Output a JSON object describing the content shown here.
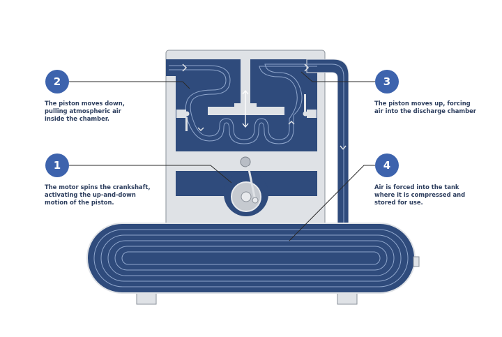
{
  "colors": {
    "dark_blue": "#2f4b7c",
    "accent_blue": "#3d63ad",
    "light_gray": "#dfe2e6",
    "line": "#2a2a2a"
  },
  "steps": [
    {
      "number": "1",
      "text": "The motor spins the crankshaft, activating the up-and-down motion of the piston."
    },
    {
      "number": "2",
      "text": "The piston moves down, pulling atmospheric air inside the chamber."
    },
    {
      "number": "3",
      "text": "The piston moves up, forcing air into the discharge chamber"
    },
    {
      "number": "4",
      "text": "Air is forced into the tank where it is compressed and stored for use."
    }
  ]
}
